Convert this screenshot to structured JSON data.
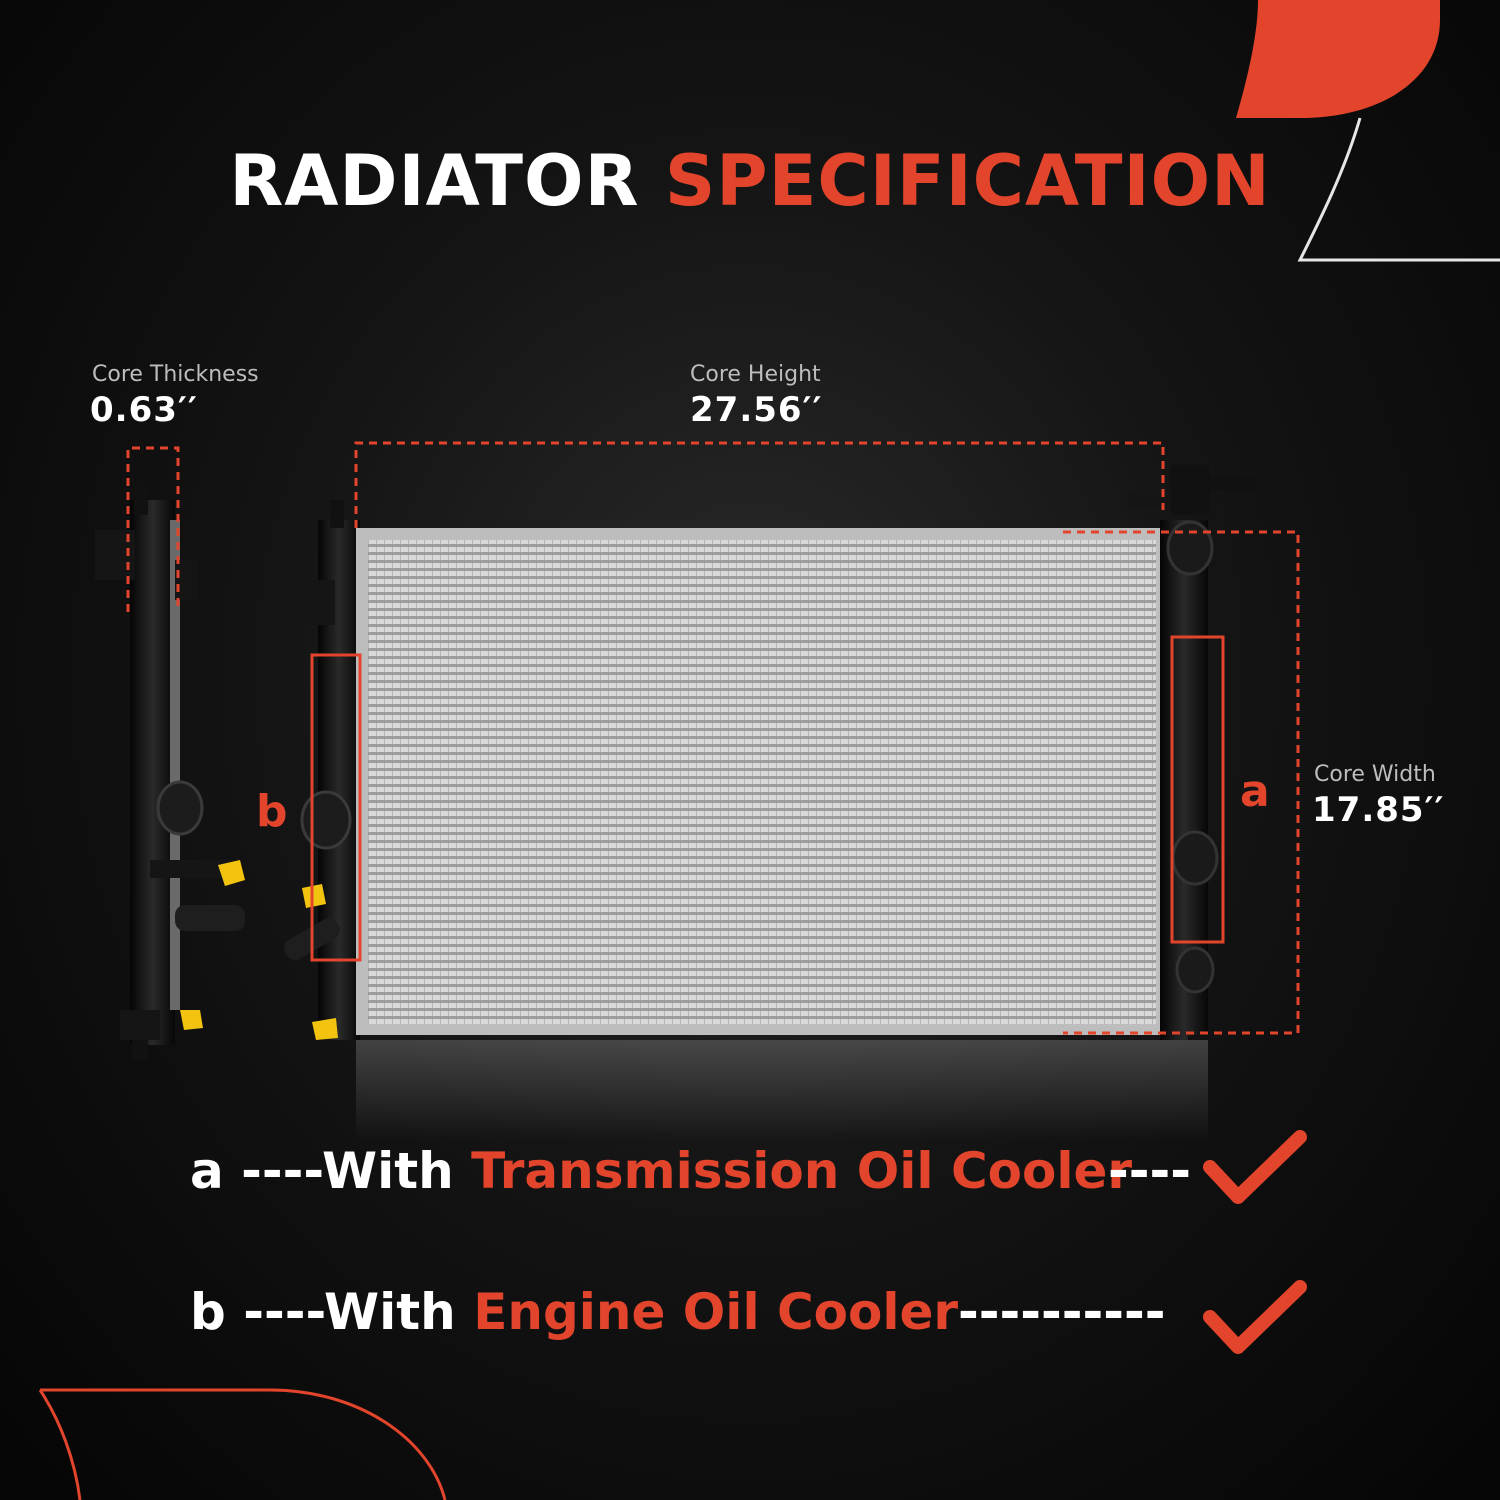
{
  "title": {
    "white": "RADIATOR",
    "red": "SPECIFICATION"
  },
  "dimensions": {
    "thickness": {
      "label": "Core Thickness",
      "value": "0.63′′"
    },
    "height": {
      "label": "Core Height",
      "value": "27.56′′"
    },
    "width": {
      "label": "Core Width",
      "value": "17.85′′"
    }
  },
  "markers": {
    "a": "a",
    "b": "b"
  },
  "features": [
    {
      "key": "a",
      "dash": "----",
      "with": "With",
      "text": "Transmission Oil Cooler",
      "trail": "----",
      "checked": true
    },
    {
      "key": "b",
      "dash": "----",
      "with": "With",
      "text": "Engine Oil Cooler",
      "trail": "----------",
      "checked": true
    }
  ],
  "colors": {
    "accent": "#e2452c",
    "background": "#0d0d0d",
    "text": "#ffffff"
  },
  "icons": [
    "checkmark-icon",
    "checkmark-icon"
  ]
}
